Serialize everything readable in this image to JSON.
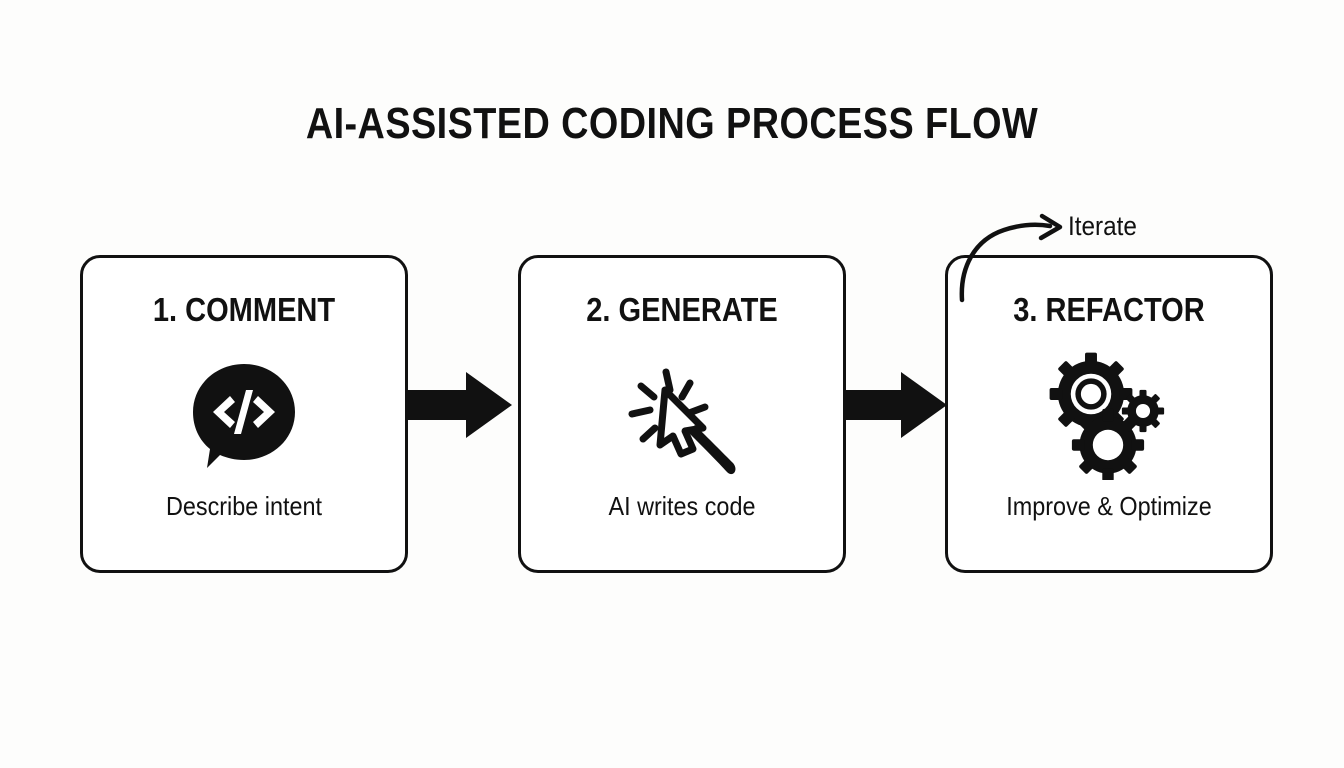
{
  "diagram": {
    "title": "AI-ASSISTED CODING PROCESS FLOW",
    "background_color": "#fdfdfc",
    "ink_color": "#111111",
    "steps": [
      {
        "id": "comment",
        "title": "1. COMMENT",
        "caption": "Describe intent",
        "icon": "code-speech-bubble-icon"
      },
      {
        "id": "generate",
        "title": "2. GENERATE",
        "caption": "AI writes code",
        "icon": "magic-wand-cursor-icon"
      },
      {
        "id": "refactor",
        "title": "3. REFACTOR",
        "caption": "Improve & Optimize",
        "icon": "gears-icon"
      }
    ],
    "connectors": [
      {
        "id": "comment-to-generate",
        "type": "block-arrow",
        "direction": "right"
      },
      {
        "id": "generate-to-refactor",
        "type": "block-arrow",
        "direction": "right"
      }
    ],
    "feedback_loop": {
      "label": "Iterate",
      "type": "curved-arrow",
      "direction": "right"
    }
  }
}
